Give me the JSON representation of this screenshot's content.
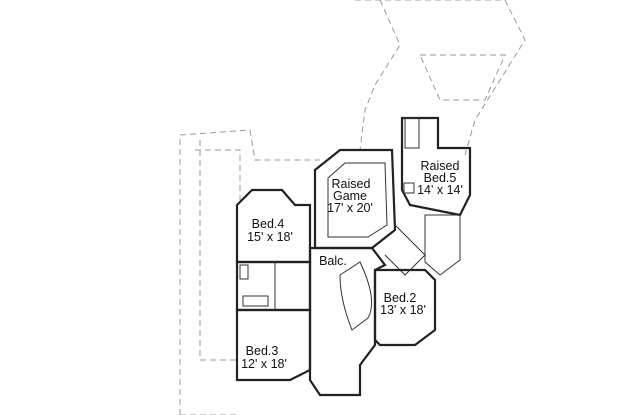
{
  "rooms": {
    "game": {
      "line1": "Raised",
      "line2": "Game",
      "size": "17' x 20'"
    },
    "bed5": {
      "line1": "Raised",
      "line2": "Bed.5",
      "size": "14' x 14'"
    },
    "bed4": {
      "name": "Bed.4",
      "size": "15' x 18'"
    },
    "balcony": {
      "name": "Balc."
    },
    "bed2": {
      "name": "Bed.2",
      "size": "13' x 18'"
    },
    "bed3": {
      "name": "Bed.3",
      "size": "12' x 18'"
    }
  }
}
